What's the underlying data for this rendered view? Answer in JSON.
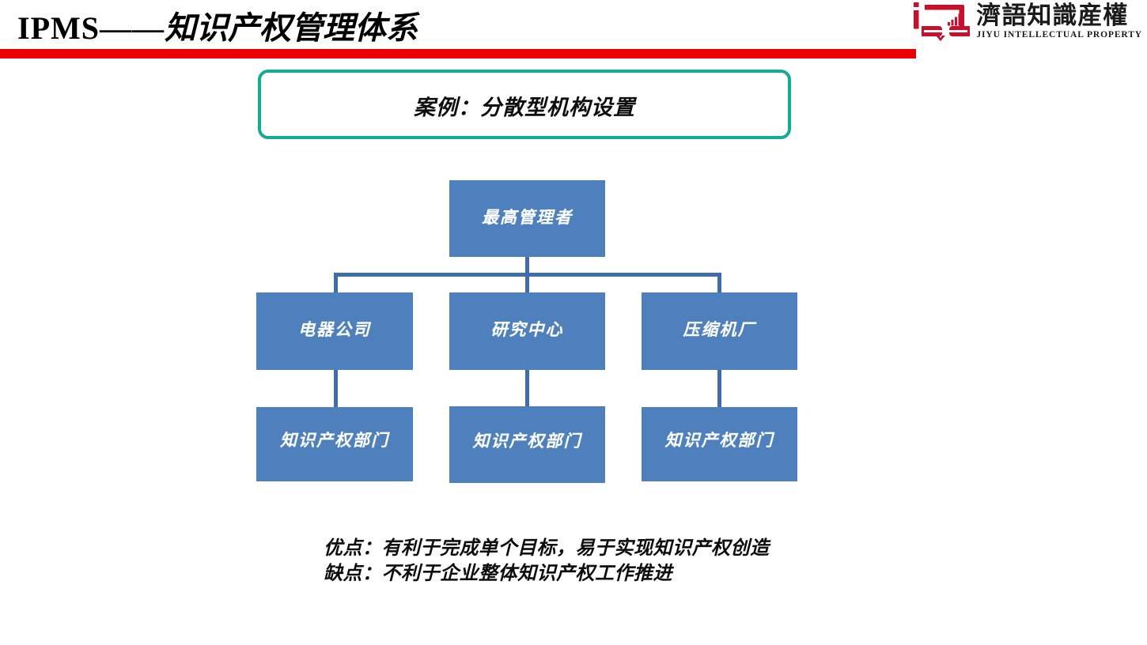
{
  "header": {
    "title_latin": "IPMS",
    "title_dash": "——",
    "title_cn": "知识产权管理体系",
    "rule_color": "#ed0000"
  },
  "logo": {
    "mark_name": "open-book-chart-icon",
    "mark_color": "#c8102e",
    "company_cn": "濟語知識産權",
    "company_en": "JIYU INTELLECTUAL PROPERTY"
  },
  "case_box": {
    "label": "案例：分散型机构设置",
    "border_color": "#14ab93"
  },
  "org_chart": {
    "node_fill": "#4e80bd",
    "node_text_color": "#ffffff",
    "connector_color": "#3f6daa",
    "levels": [
      {
        "level": 1,
        "nodes": [
          {
            "label": "最高管理者"
          }
        ]
      },
      {
        "level": 2,
        "nodes": [
          {
            "label": "电器公司"
          },
          {
            "label": "研究中心"
          },
          {
            "label": "压缩机厂"
          }
        ]
      },
      {
        "level": 3,
        "nodes": [
          {
            "label": "知识产权部门"
          },
          {
            "label": "知识产权部门"
          },
          {
            "label": "知识产权部门"
          }
        ]
      }
    ]
  },
  "notes": {
    "pros": "优点：有利于完成单个目标，易于实现知识产权创造",
    "cons": "缺点：不利于企业整体知识产权工作推进"
  }
}
